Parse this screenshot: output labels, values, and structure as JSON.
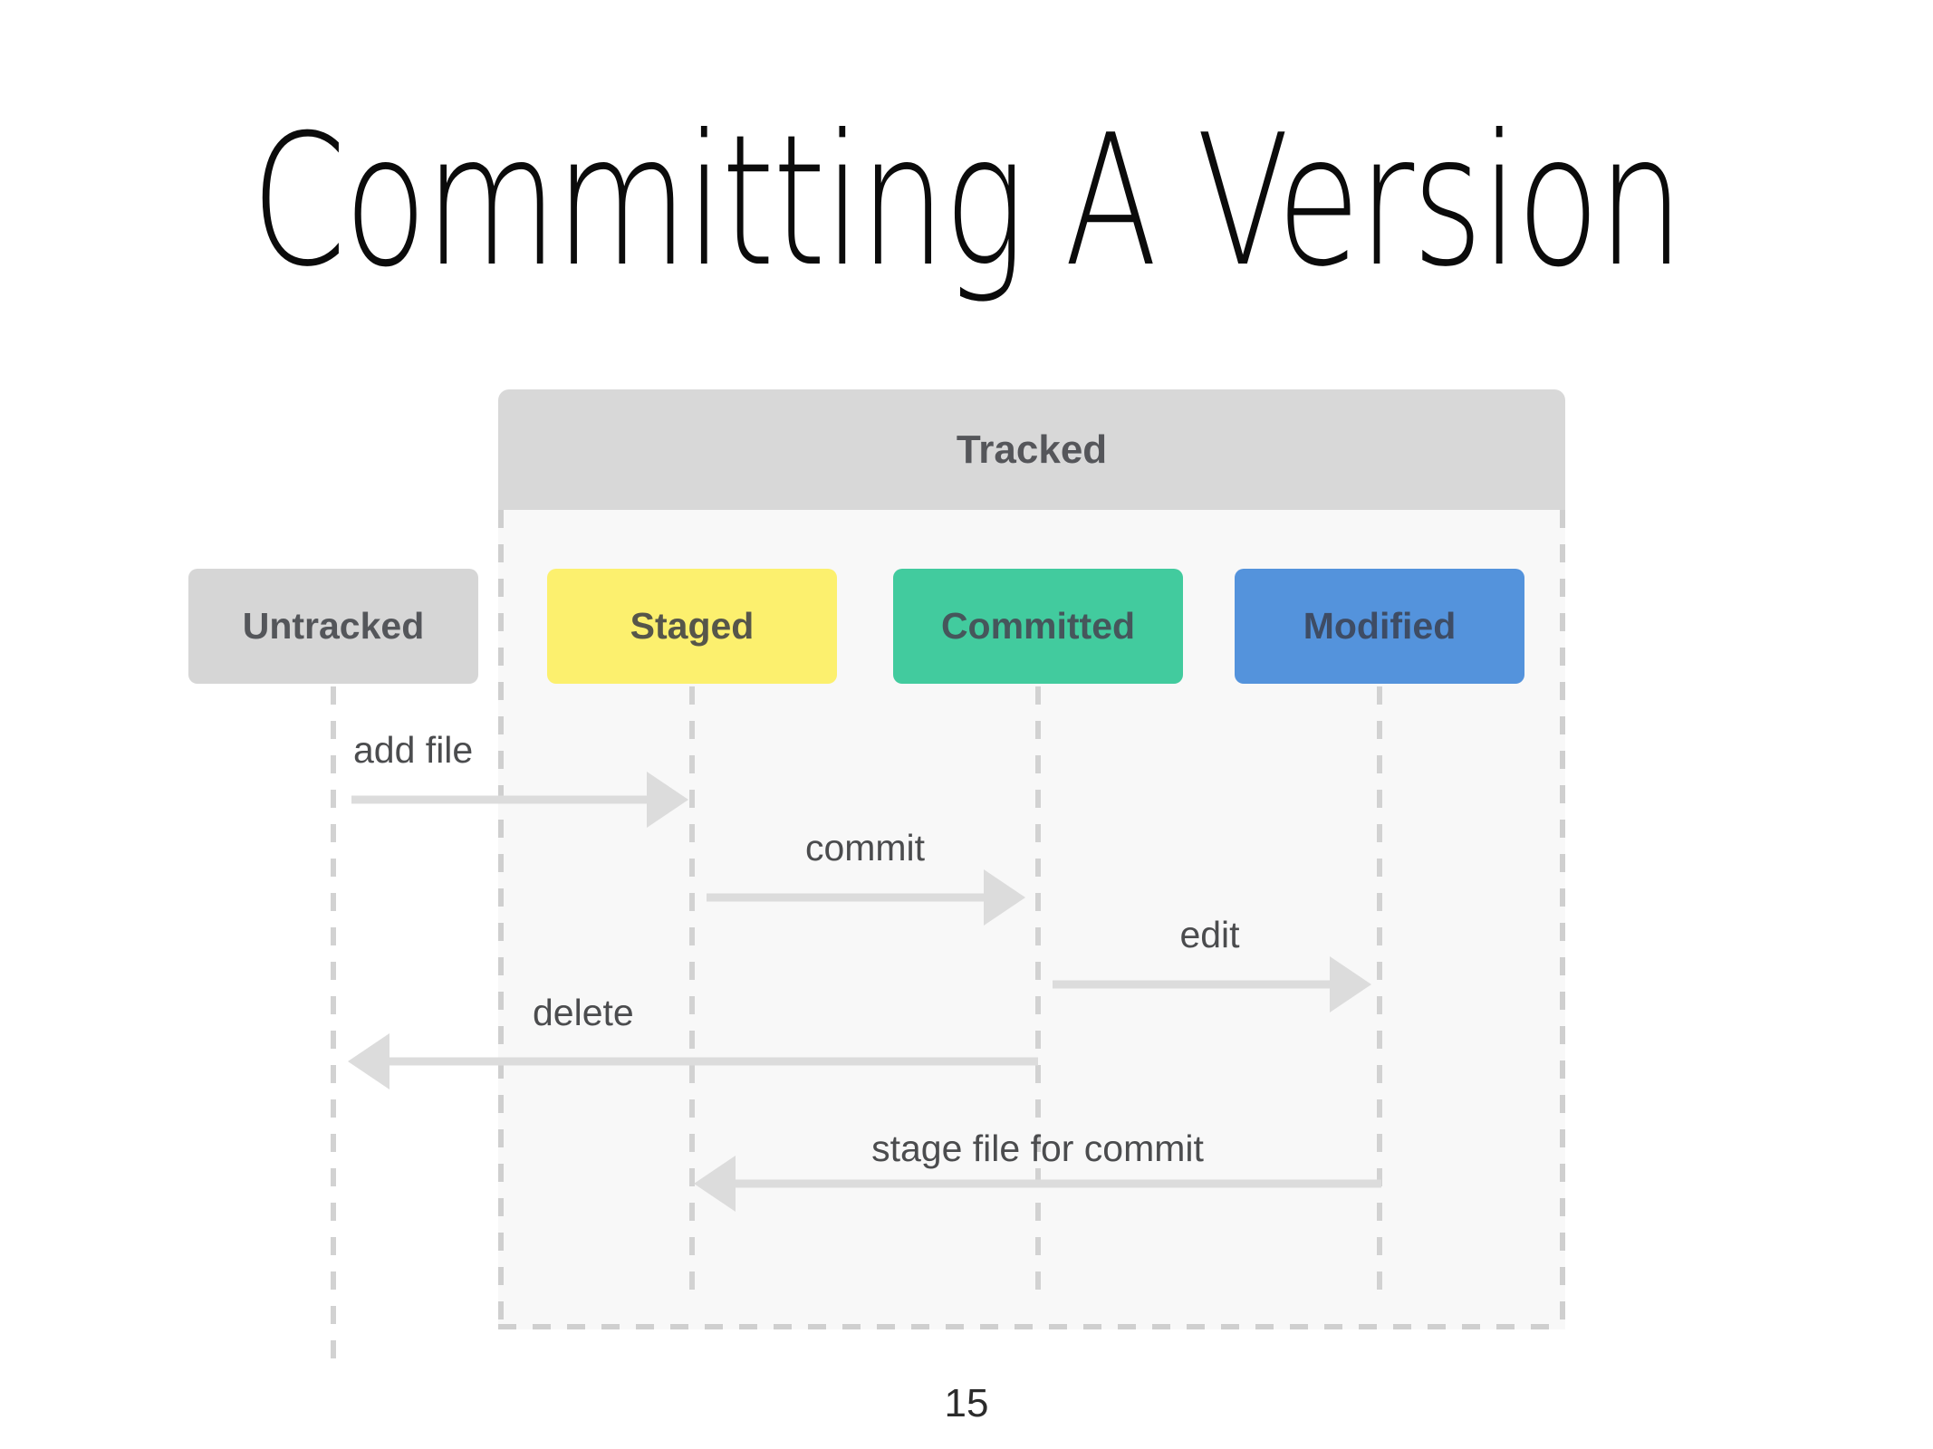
{
  "slide": {
    "title": "Committing A Version",
    "page_number": "15"
  },
  "diagram": {
    "tracked_header": {
      "label": "Tracked",
      "bg": "#d8d8d8",
      "text_color": "#55565a"
    },
    "states": [
      {
        "id": "untracked",
        "label": "Untracked",
        "bg": "#d6d6d6",
        "text_color": "#54565a",
        "tracked": false
      },
      {
        "id": "staged",
        "label": "Staged",
        "bg": "#fcf06e",
        "text_color": "#56564a",
        "tracked": true
      },
      {
        "id": "committed",
        "label": "Committed",
        "bg": "#42cb9e",
        "text_color": "#46565b",
        "tracked": true
      },
      {
        "id": "modified",
        "label": "Modified",
        "bg": "#5493dc",
        "text_color": "#3e4c64",
        "tracked": true
      }
    ],
    "transitions": [
      {
        "label": "add file",
        "from": "untracked",
        "to": "staged",
        "direction": "right"
      },
      {
        "label": "commit",
        "from": "staged",
        "to": "committed",
        "direction": "right"
      },
      {
        "label": "edit",
        "from": "committed",
        "to": "modified",
        "direction": "right"
      },
      {
        "label": "delete",
        "from": "committed",
        "to": "untracked",
        "direction": "left"
      },
      {
        "label": "stage file for commit",
        "from": "modified",
        "to": "staged",
        "direction": "left"
      }
    ],
    "arrow_color": "#dcdcdc",
    "lifeline_color": "#d2d2d2",
    "body_bg": "#f8f8f8",
    "label_color": "#4b4c4e"
  }
}
